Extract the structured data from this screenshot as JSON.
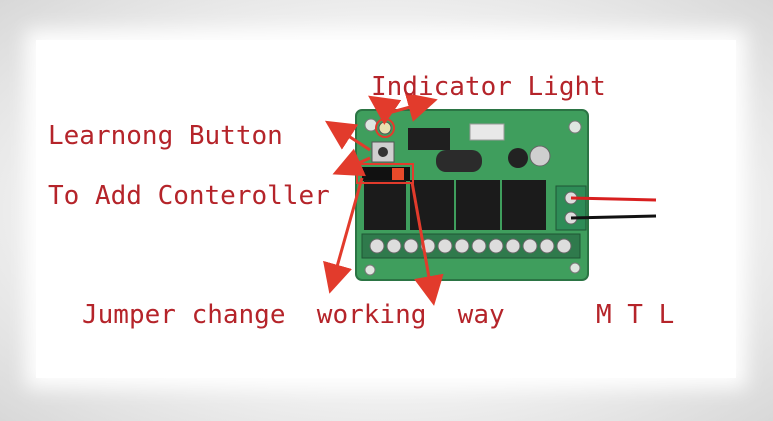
{
  "labels": {
    "indicator_light": "Indicator Light",
    "learning_button": "Learnong Button",
    "add_controller": "To Add Conteroller",
    "jumper_working_way": "Jumper change  working  way",
    "mtl": "M T L"
  },
  "colors": {
    "label": "#b5242a",
    "arrow": "#e23b2c",
    "pcb": "#3f9e5d",
    "relay": "#1b1b1b",
    "terminal": "#2f7a4c",
    "terminal_right": "#2e8c57",
    "wire_red": "#d81f1f",
    "wire_black": "#111111"
  },
  "board": {
    "relay_count": 4,
    "terminal_screw_count": 12,
    "output_wires": [
      "red",
      "black"
    ]
  }
}
